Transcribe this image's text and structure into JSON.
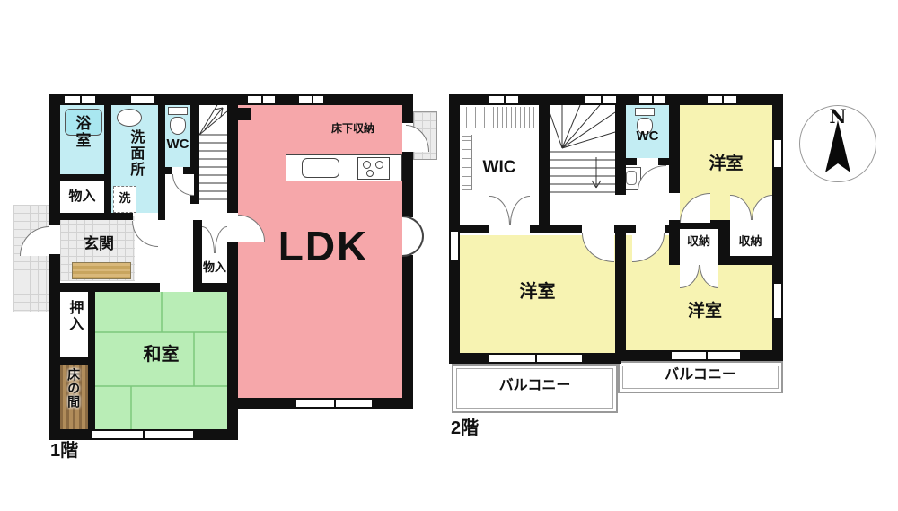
{
  "colors": {
    "wall": "#101010",
    "ldk_pink": "#f6a7aa",
    "tatami_green": "#b9edb6",
    "water_cyan": "#c3edf3",
    "western_yellow": "#f7f3b2",
    "tokonoma_brown": "#a8895e",
    "step_tan": "#d9b87a",
    "tile_grey": "#ececec"
  },
  "floor1": {
    "label": "1階",
    "rooms": {
      "bath": "浴室",
      "storage_a": "物入",
      "washroom": "洗面所",
      "washer": "洗",
      "wc": "WC",
      "entrance": "玄関",
      "storage_b": "物入",
      "ldk": "LDK",
      "underfloor_storage": "床下収納",
      "closet": "押入",
      "tokonoma": "床の間",
      "japanese_room": "和室"
    }
  },
  "floor2": {
    "label": "2階",
    "rooms": {
      "wic": "WIC",
      "wc": "WC",
      "western_room_ne": "洋室",
      "western_room_sw": "洋室",
      "western_room_se": "洋室",
      "storage_a": "収納",
      "storage_b": "収納",
      "balcony_left": "バルコニー",
      "balcony_right": "バルコニー"
    }
  },
  "compass": {
    "north": "N"
  }
}
